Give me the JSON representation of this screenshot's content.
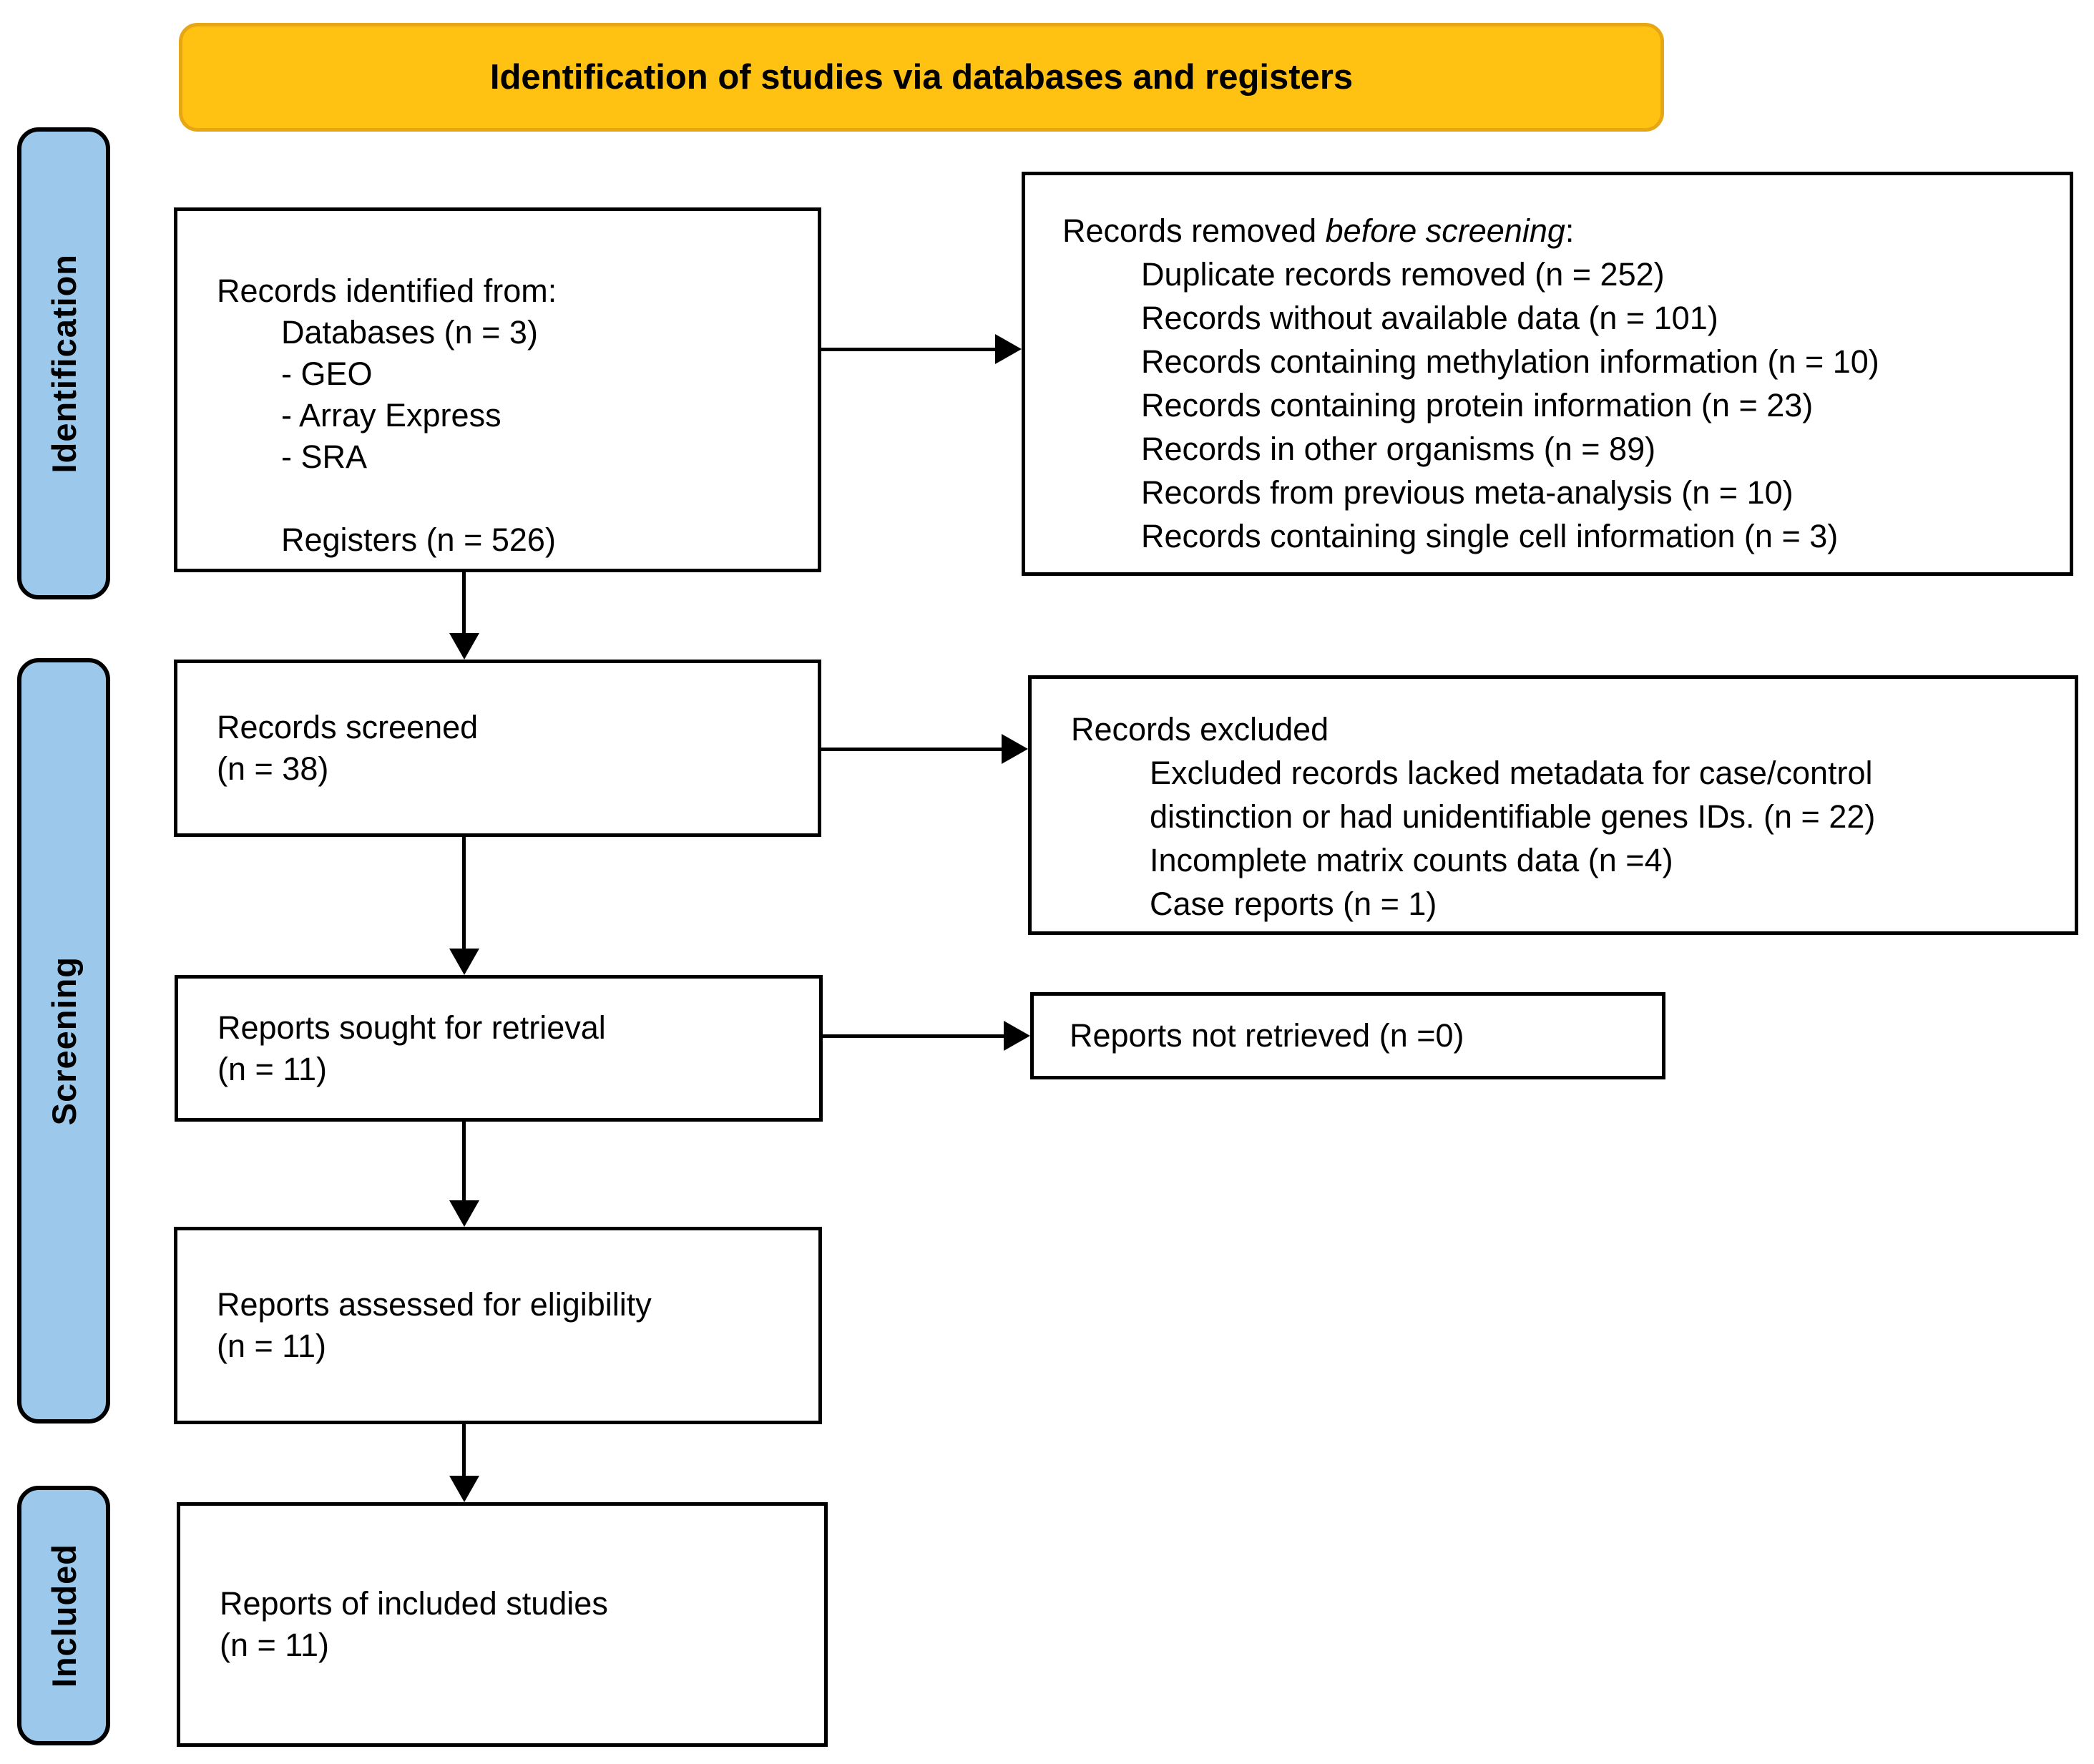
{
  "title_banner": "Identification of studies via databases and registers",
  "stages": {
    "identification": "Identification",
    "screening": "Screening",
    "included": "Included"
  },
  "colors": {
    "banner_fill": "#FFC112",
    "banner_border": "#E7A614",
    "stage_fill": "#9CC9EB",
    "box_border": "#000000",
    "arrow": "#000000"
  },
  "boxes": {
    "identified": {
      "title": "Records identified from:",
      "lines": [
        "Databases (n = 3)",
        "- GEO",
        "- Array Express",
        "- SRA",
        "",
        "Registers (n = 526)"
      ]
    },
    "removed": {
      "title_prefix": "Records removed ",
      "title_italic": "before screening",
      "title_suffix": ":",
      "lines": [
        "Duplicate records removed (n = 252)",
        "Records without available data (n = 101)",
        "Records containing methylation information (n = 10)",
        "Records containing protein information (n = 23)",
        "Records in other organisms (n = 89)",
        "Records from previous meta-analysis (n = 10)",
        "Records containing single cell information (n = 3)"
      ]
    },
    "screened": {
      "line1": "Records screened",
      "line2": "(n = 38)"
    },
    "excluded": {
      "title": "Records excluded",
      "lines": [
        "Excluded records lacked metadata for case/control",
        "distinction or had unidentifiable genes IDs. (n = 22)",
        "Incomplete matrix counts data (n =4)",
        "Case reports (n = 1)"
      ]
    },
    "sought": {
      "line1": "Reports sought for retrieval",
      "line2": "(n = 11)"
    },
    "not_retrieved": {
      "line1": "Reports not retrieved (n =0)"
    },
    "assessed": {
      "line1": "Reports assessed for eligibility",
      "line2": "(n = 11)"
    },
    "included_reports": {
      "line1": "Reports of included studies",
      "line2": "(n = 11)"
    }
  }
}
